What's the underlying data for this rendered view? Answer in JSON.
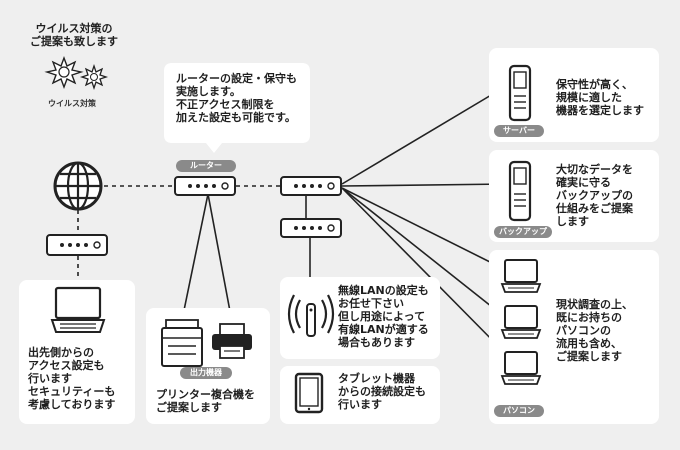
{
  "virus": {
    "note": "ウイルス対策の\nご提案も致します",
    "label": "ウイルス対策"
  },
  "router": {
    "bubble": "ルーターの設定・保守も\n実施します。\n不正アクセス制限を\n加えた設定も可能です。",
    "tag": "ルーター"
  },
  "remote": {
    "text": "出先側からの\nアクセス設定も\n行います\nセキュリティーも\n考慮しております"
  },
  "output": {
    "tag": "出力機器",
    "text": "プリンター複合機を\nご提案します"
  },
  "wireless": {
    "text": "無線LANの設定も\nお任せ下さい\n但し用途によって\n有線LANが適する\n場合もあります"
  },
  "tablet": {
    "text": "タブレット機器\nからの接続設定も\n行います"
  },
  "server": {
    "tag": "サーバー",
    "text": "保守性が高く、\n規模に適した\n機器を選定します"
  },
  "backup": {
    "tag": "バックアップ",
    "text": "大切なデータを\n確実に守る\nバックアップの\n仕組みをご提案\nします"
  },
  "pc": {
    "tag": "パソコン",
    "text": "現状調査の上、\n既にお持ちの\nパソコンの\n流用も含め、\nご提案します"
  }
}
